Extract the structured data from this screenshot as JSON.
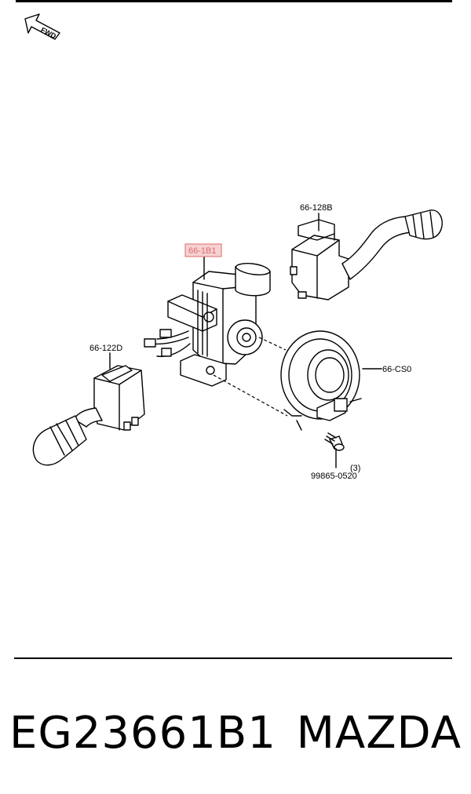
{
  "orientation": {
    "arrow_label": "FWD",
    "icon": "fwd-arrow-icon"
  },
  "callouts": {
    "lever_right": "66-128B",
    "highlighted_part": "66-1B1",
    "lever_left": "66-122D",
    "clock_spring": "66-CS0",
    "screw": "99865-0520",
    "screw_qty": "(3)"
  },
  "highlight_color": "#f6d2d2",
  "footer": {
    "part_number": "EG23661B1",
    "brand": "MAZDA"
  }
}
